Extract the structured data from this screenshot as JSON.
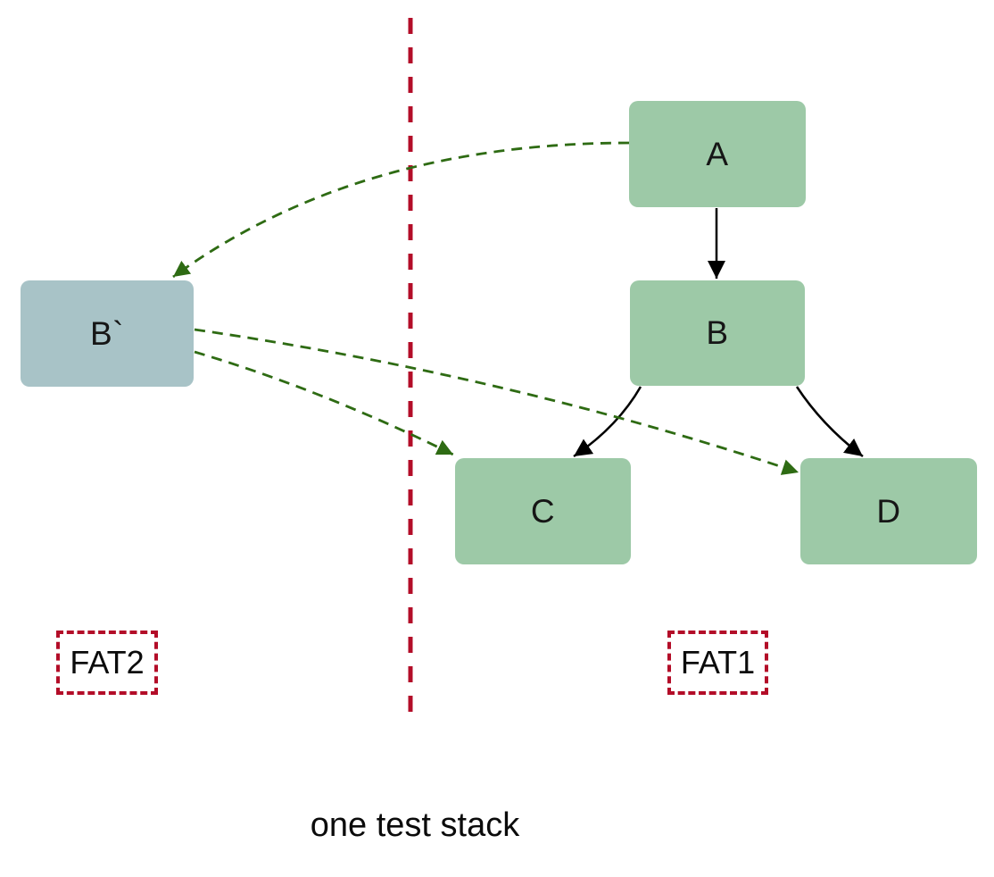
{
  "diagram": {
    "caption": "one test stack",
    "nodes": {
      "a": {
        "label": "A"
      },
      "b": {
        "label": "B"
      },
      "c": {
        "label": "C"
      },
      "d": {
        "label": "D"
      },
      "b_prime": {
        "label": "B`"
      }
    },
    "zones": {
      "fat1": {
        "label": "FAT1"
      },
      "fat2": {
        "label": "FAT2"
      }
    },
    "edges": [
      {
        "from": "A",
        "to": "B",
        "style": "solid",
        "color_key": "arrow_black"
      },
      {
        "from": "B",
        "to": "C",
        "style": "solid",
        "color_key": "arrow_black"
      },
      {
        "from": "B",
        "to": "D",
        "style": "solid",
        "color_key": "arrow_black"
      },
      {
        "from": "A",
        "to": "B`",
        "style": "dashed",
        "color_key": "arrow_green"
      },
      {
        "from": "B`",
        "to": "C",
        "style": "dashed",
        "color_key": "arrow_green"
      },
      {
        "from": "B`",
        "to": "D",
        "style": "dashed",
        "color_key": "arrow_green"
      }
    ],
    "colors": {
      "node_green": "#9dc9a7",
      "node_blue": "#a8c3c7",
      "divider_red": "#b30d28",
      "arrow_green": "#2e6b13",
      "arrow_black": "#000000"
    }
  }
}
